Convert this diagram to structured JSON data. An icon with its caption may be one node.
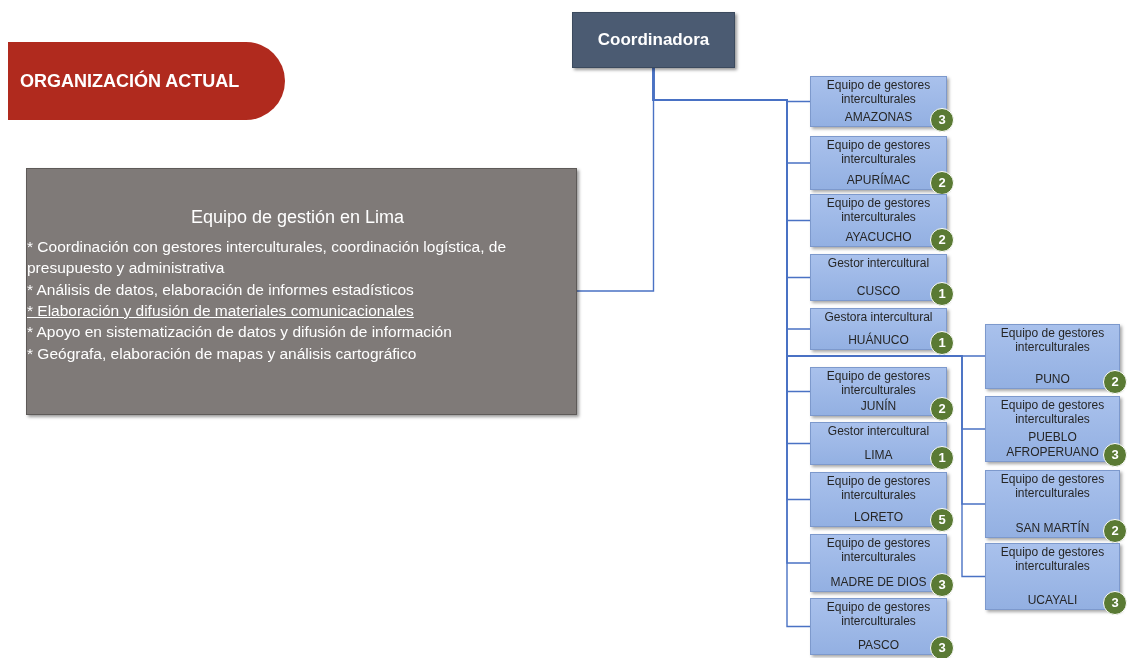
{
  "diagram": {
    "nodes": [
      {
        "text": [
          "Coordinadora"
        ]
      },
      {
        "text": [
          "ORGANIZACIÓN ACTUAL"
        ]
      },
      {
        "text": [
          "Equipo de gestión en Lima",
          "* Coordinación con gestores interculturales, coordinación logística, de presupuesto y administrativa",
          "* Análisis de datos, elaboración de informes estadísticos",
          "* Elaboración y difusión de materiales comunicacionales",
          "* Apoyo en sistematización de datos y difusión de información",
          "* Geógrafa, elaboración de mapas y análisis cartográfico"
        ]
      },
      {
        "text": [
          "Equipo de gestores interculturales",
          "AMAZONAS",
          "3"
        ]
      },
      {
        "text": [
          "Equipo de gestores interculturales",
          "APURÍMAC",
          "2"
        ]
      },
      {
        "text": [
          "Equipo de gestores interculturales",
          "AYACUCHO",
          "2"
        ]
      },
      {
        "text": [
          "Gestor intercultural",
          "CUSCO",
          "1"
        ]
      },
      {
        "text": [
          "Gestora intercultural",
          "HUÁNUCO",
          "1"
        ]
      },
      {
        "text": [
          "Equipo de gestores interculturales",
          "JUNÍN",
          "2"
        ]
      },
      {
        "text": [
          "Gestor intercultural",
          "LIMA",
          "1"
        ]
      },
      {
        "text": [
          "Equipo de gestores interculturales",
          "LORETO",
          "5"
        ]
      },
      {
        "text": [
          "Equipo de gestores interculturales",
          "MADRE DE DIOS",
          "3"
        ]
      },
      {
        "text": [
          "Equipo de gestores interculturales",
          "PASCO",
          "3"
        ]
      },
      {
        "text": [
          "Equipo de gestores interculturales",
          "PUNO",
          "2"
        ]
      },
      {
        "text": [
          "Equipo de gestores interculturales",
          "PUEBLO AFROPERUANO",
          "3"
        ]
      },
      {
        "text": [
          "Equipo de gestores interculturales",
          "SAN MARTÍN",
          "2"
        ]
      },
      {
        "text": [
          "Equipo de gestores interculturales",
          "UCAYALI",
          "3"
        ]
      }
    ],
    "edges": [
      {
        "from": 0,
        "to": 2,
        "arrow": "none"
      },
      {
        "from": 0,
        "to": 3,
        "arrow": "none"
      },
      {
        "from": 0,
        "to": 4,
        "arrow": "none"
      },
      {
        "from": 0,
        "to": 5,
        "arrow": "none"
      },
      {
        "from": 0,
        "to": 6,
        "arrow": "none"
      },
      {
        "from": 0,
        "to": 7,
        "arrow": "none"
      },
      {
        "from": 0,
        "to": 8,
        "arrow": "none"
      },
      {
        "from": 0,
        "to": 9,
        "arrow": "none"
      },
      {
        "from": 0,
        "to": 10,
        "arrow": "none"
      },
      {
        "from": 0,
        "to": 11,
        "arrow": "none"
      },
      {
        "from": 0,
        "to": 12,
        "arrow": "none"
      },
      {
        "from": 0,
        "to": 13,
        "arrow": "none"
      },
      {
        "from": 0,
        "to": 14,
        "arrow": "none"
      },
      {
        "from": 0,
        "to": 15,
        "arrow": "none"
      },
      {
        "from": 0,
        "to": 16,
        "arrow": "none"
      }
    ]
  }
}
